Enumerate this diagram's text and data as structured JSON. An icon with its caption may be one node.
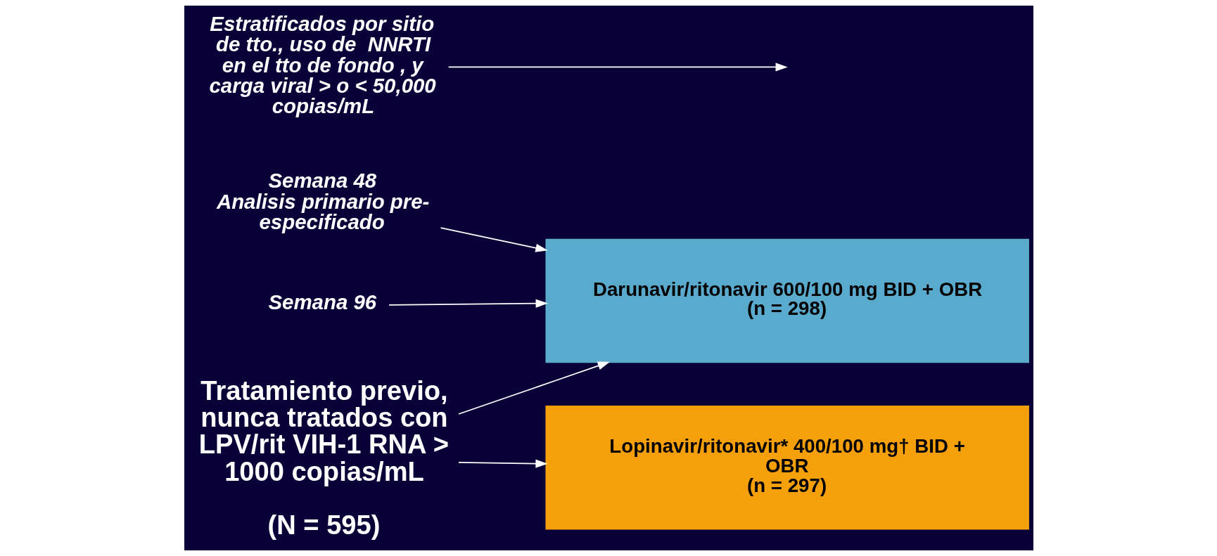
{
  "diagram": {
    "nodes": [
      {
        "text": [
          "Tratamiento previo, nunca tratados con LPV/rit VIH-1 RNA > 1000 copias/mL",
          "(N = 595)"
        ]
      },
      {
        "text": [
          "Darunavir/ritonavir 600/100 mg BID + OBR",
          "(n = 298)"
        ]
      },
      {
        "text": [
          "Lopinavir/ritonavir* 400/100 mg† BID + OBR",
          "(n = 297)"
        ]
      },
      {
        "text": [
          "Estratificados por sitio de tto., uso de  NNRTI en el tto de fondo , y carga viral > o < 50,000 copias/mL"
        ]
      },
      {
        "text": [
          "Semana 48",
          "Analisis primario pre-especificado"
        ]
      },
      {
        "text": [
          "Semana 96"
        ]
      }
    ],
    "edges": [
      {
        "from": 3,
        "to": null,
        "arrow": "to"
      },
      {
        "from": 4,
        "to": 1,
        "arrow": "to"
      },
      {
        "from": 5,
        "to": 1,
        "arrow": "to"
      },
      {
        "from": 0,
        "to": 1,
        "arrow": "to"
      },
      {
        "from": 0,
        "to": 2,
        "arrow": "to"
      }
    ]
  }
}
